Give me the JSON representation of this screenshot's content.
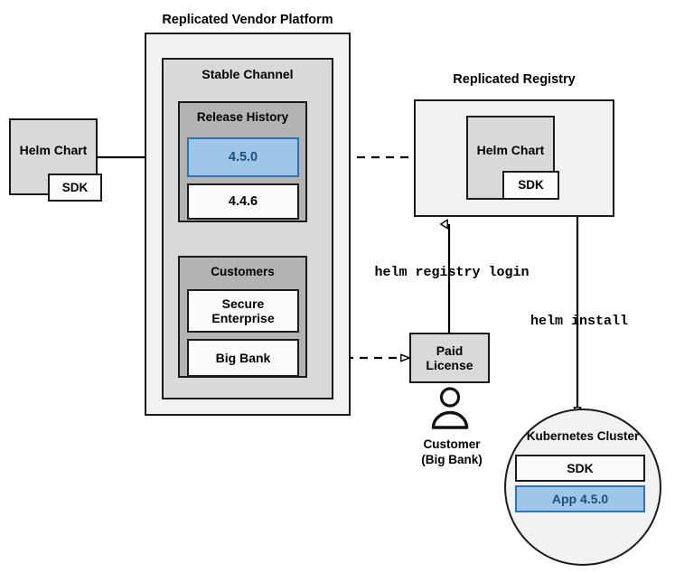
{
  "diagram": {
    "title_platform": "Replicated Vendor Platform",
    "title_registry": "Replicated Registry"
  },
  "source_chart": {
    "name": "Helm Chart",
    "sdk": "SDK"
  },
  "platform": {
    "channel": {
      "title": "Stable Channel",
      "release_history": {
        "title": "Release History",
        "releases": [
          {
            "version": "4.5.0",
            "highlighted": true
          },
          {
            "version": "4.4.6",
            "highlighted": false
          }
        ]
      },
      "customers": {
        "title": "Customers",
        "items": [
          {
            "name": "Secure\nEnterprise"
          },
          {
            "name": "Big Bank"
          }
        ]
      }
    }
  },
  "registry": {
    "chart": {
      "name": "Helm Chart",
      "sdk": "SDK"
    }
  },
  "license": {
    "label": "Paid\nLicense"
  },
  "customer": {
    "icon": "person-icon",
    "line1": "Customer",
    "line2": "(Big Bank)"
  },
  "cluster": {
    "title": "Kubernetes Cluster",
    "sdk": "SDK",
    "app": "App 4.5.0"
  },
  "commands": {
    "registry_login": "helm registry login",
    "install": "helm install"
  },
  "colors": {
    "accent_fill": "#9dc6e8",
    "accent_border": "#2e74b5",
    "accent_text": "#1f4e79",
    "stroke": "#1a1a1a",
    "fill_lightest": "#f2f2f2",
    "fill_light": "#d9d9d9",
    "fill_mid": "#b3b3b3",
    "fill_white": "#fbfbfb"
  }
}
